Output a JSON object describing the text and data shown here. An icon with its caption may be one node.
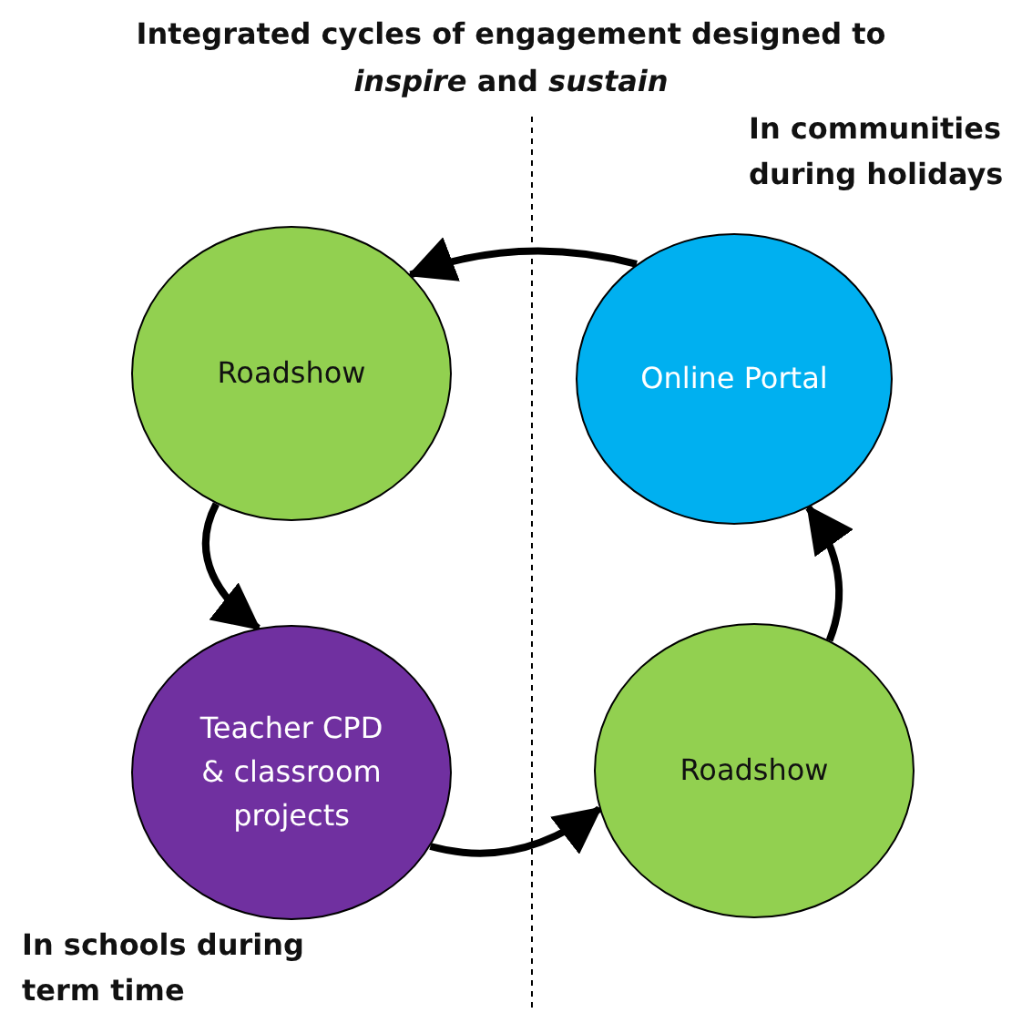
{
  "diagram": {
    "title": "Integrated cycles of engagement designed to *inspire* and *sustain*",
    "nodes": [
      {
        "text": [
          "Roadshow"
        ]
      },
      {
        "text": [
          "Online Portal"
        ]
      },
      {
        "text": [
          "Teacher CPD & classroom projects"
        ]
      },
      {
        "text": [
          "Roadshow"
        ]
      }
    ],
    "edges": [
      {
        "from": 1,
        "to": 0,
        "arrow": "to"
      },
      {
        "from": 0,
        "to": 2,
        "arrow": "to"
      },
      {
        "from": 2,
        "to": 3,
        "arrow": "to"
      },
      {
        "from": 3,
        "to": 1,
        "arrow": "to"
      }
    ],
    "labels": [
      "In communities during holidays",
      "In schools during term time"
    ]
  }
}
